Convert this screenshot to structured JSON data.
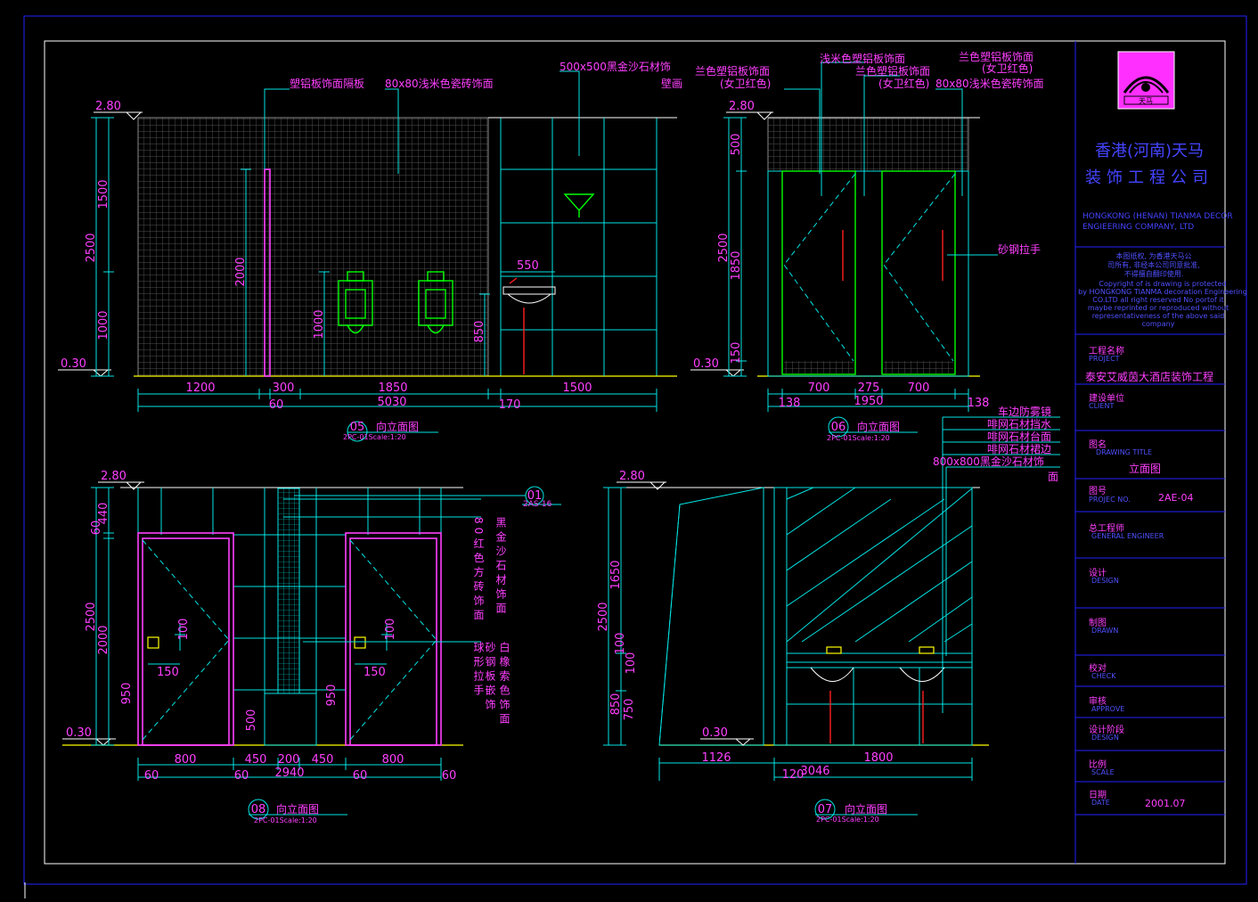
{
  "company": {
    "name_line1": "香港(河南)天马",
    "name_line2": "装饰工程公司",
    "name_en_line1": "HONGKONG (HENAN) TIANMA DECOR",
    "name_en_line2": "ENGIEERING COMPANY, LTD",
    "logo_text": "天马"
  },
  "copyright": {
    "cn_line1": "本图纸权, 为香港天马公",
    "cn_line2": "司所有, 非经本公司同意批准,",
    "cn_line3": "不得擅自翻印使用.",
    "en_line1": "Copyright of is drawing is protected",
    "en_line2": "by HONGKONG TIANMA decoration Engineering",
    "en_line3": "CO.LTD all right reserved No portof it",
    "en_line4": "maybe reprinted or reproduced without",
    "en_line5": "representativeness of the above said",
    "en_line6": "company"
  },
  "title_block": {
    "project_label": "工程名称",
    "project_label_en": "PROJECT",
    "project_value": "泰安艾威茵大酒店装饰工程",
    "client_label": "建设单位",
    "client_label_en": "CLIENT",
    "drawing_title_label": "图名",
    "drawing_title_label_en": "DRAWING TITLE",
    "drawing_title_value": "立面图",
    "number_label": "图号",
    "number_label_en": "PROJEC NO.",
    "number_value": "2AE-04",
    "engineer_label": "总工程师",
    "engineer_label_en": "GENERAL ENGINEER",
    "design_label": "设计",
    "design_label_en": "DESIGN",
    "drawn_label": "制图",
    "drawn_label_en": "DRAWN",
    "check_label": "校对",
    "check_label_en": "CHECK",
    "approve_label": "审核",
    "approve_label_en": "APPROVE",
    "stage_label": "设计阶段",
    "stage_label_en": "DESIGN",
    "scale_label": "比例",
    "scale_label_en": "SCALE",
    "date_label": "日期",
    "date_label_en": "DATE",
    "date_value": "2001.07"
  },
  "views": {
    "v05": {
      "number": "05",
      "title": "向立面图",
      "scale": "2PC-01Scale:1:20",
      "note1": "塑铝板饰面隔板",
      "note2": "80x80浅米色瓷砖饰面",
      "note3": "500x500黑金沙石材饰",
      "note3b": "壁画",
      "level_top": "2.80",
      "level_bot": "0.30",
      "dims_v": [
        "2500",
        "1500",
        "1000",
        "2000",
        "1000",
        "850"
      ],
      "dim_550": "550",
      "dims_h": [
        "1200",
        "300",
        "1850",
        "1500"
      ],
      "dim_total": "5030",
      "dim_60": "60",
      "dim_170": "170"
    },
    "v06": {
      "number": "06",
      "title": "向立面图",
      "scale": "2PC-01Scale:1:20",
      "note1": "兰色塑铝板饰面",
      "note1b": "(女卫红色)",
      "note2": "浅米色塑铝板饰面",
      "note3": "兰色塑铝板饰面",
      "note3b": "(女卫红色)",
      "note4": "兰色塑铝板饰面",
      "note4b": "(女卫红色)",
      "note5": "80x80浅米色瓷砖饰面",
      "note6": "砂钢拉手",
      "level_top": "2.80",
      "level_bot": "0.30",
      "dims_v": [
        "2500",
        "500",
        "1850",
        "150"
      ],
      "dims_h": [
        "700",
        "275",
        "700"
      ],
      "dim_total": "1950",
      "dim_138a": "138",
      "dim_138b": "138"
    },
    "v08": {
      "number": "08",
      "title": "向立面图",
      "scale": "2PC-01Scale:1:20",
      "ref_num": "01",
      "ref_code": "2AS-16",
      "note_col1": "80红色方砖饰面",
      "note_col2": "黑金沙石材饰面",
      "note_col3": "球形拉手",
      "note_col4": "砂钢板嵌饰",
      "note_col5": "白橡索色饰面",
      "level_top": "2.80",
      "level_bot": "0.30",
      "dims_v": [
        "2500",
        "2000",
        "950",
        "440",
        "60",
        "500",
        "950"
      ],
      "dim_100a": "100",
      "dim_150a": "150",
      "dim_100b": "100",
      "dim_150b": "150",
      "dims_h": [
        "800",
        "450",
        "200",
        "450",
        "800"
      ],
      "dim_total": "2940",
      "dims_60": [
        "60",
        "60",
        "60",
        "60"
      ]
    },
    "v07": {
      "number": "07",
      "title": "向立面图",
      "scale": "2PC-01Scale:1:20",
      "note1": "车边防雾镜",
      "note2": "啡网石材挡水",
      "note3": "啡网石材台面",
      "note4": "啡网石材裙边",
      "note5": "800x800黑金沙石材饰",
      "note5b": "面",
      "level_top": "2.80",
      "level_bot": "0.30",
      "dims_v": [
        "2500",
        "1650",
        "850",
        "750",
        "100",
        "100"
      ],
      "dims_h": [
        "1126",
        "1800"
      ],
      "dim_total": "3046",
      "dim_120": "120"
    }
  }
}
